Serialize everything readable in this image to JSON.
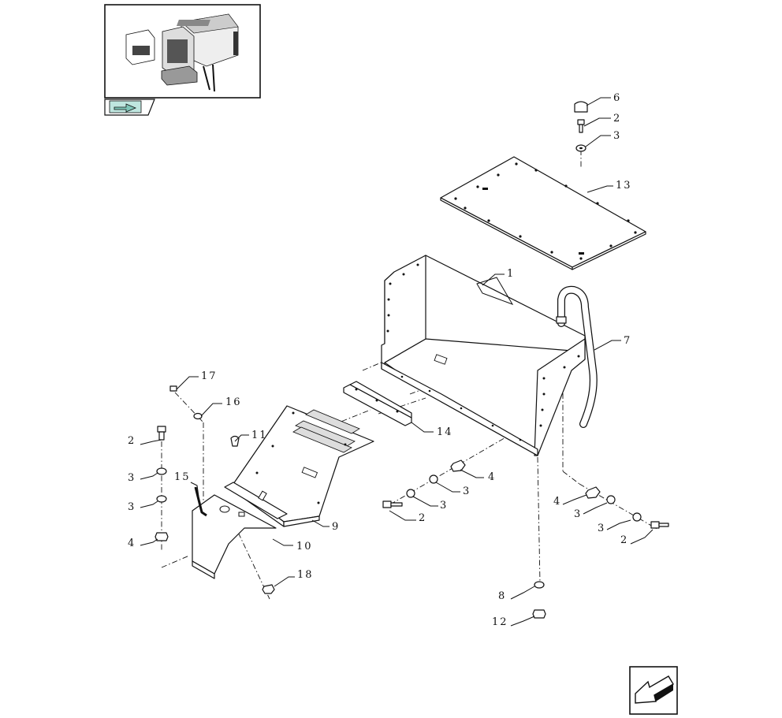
{
  "diagram": {
    "callouts": [
      {
        "id": "c6",
        "label": "6"
      },
      {
        "id": "c2a",
        "label": "2"
      },
      {
        "id": "c3a",
        "label": "3"
      },
      {
        "id": "c13",
        "label": "13"
      },
      {
        "id": "c1",
        "label": "1"
      },
      {
        "id": "c7",
        "label": "7"
      },
      {
        "id": "c17",
        "label": "17"
      },
      {
        "id": "c16",
        "label": "16"
      },
      {
        "id": "c11",
        "label": "11"
      },
      {
        "id": "c14",
        "label": "14"
      },
      {
        "id": "c2b",
        "label": "2"
      },
      {
        "id": "c3b",
        "label": "3"
      },
      {
        "id": "c3c",
        "label": "3"
      },
      {
        "id": "c4a",
        "label": "4"
      },
      {
        "id": "c15",
        "label": "15"
      },
      {
        "id": "c9",
        "label": "9"
      },
      {
        "id": "c10",
        "label": "10"
      },
      {
        "id": "c4b",
        "label": "4"
      },
      {
        "id": "c3d",
        "label": "3"
      },
      {
        "id": "c3e",
        "label": "3"
      },
      {
        "id": "c2c",
        "label": "2"
      },
      {
        "id": "c3f",
        "label": "3"
      },
      {
        "id": "c3g",
        "label": "3"
      },
      {
        "id": "c2d",
        "label": "2"
      },
      {
        "id": "c4c",
        "label": "4"
      },
      {
        "id": "c8",
        "label": "8"
      },
      {
        "id": "c12",
        "label": "12"
      },
      {
        "id": "c18",
        "label": "18"
      }
    ]
  },
  "colors": {
    "line": "#111111",
    "nav_arrow_fill": "#7fc6b8",
    "nav_arrow_bg": "#bfe6df"
  },
  "icons": {
    "thumbnail": "machine-overview-thumbnail",
    "nav_forward": "forward-arrow-icon",
    "nav_back": "back-arrow-icon"
  }
}
